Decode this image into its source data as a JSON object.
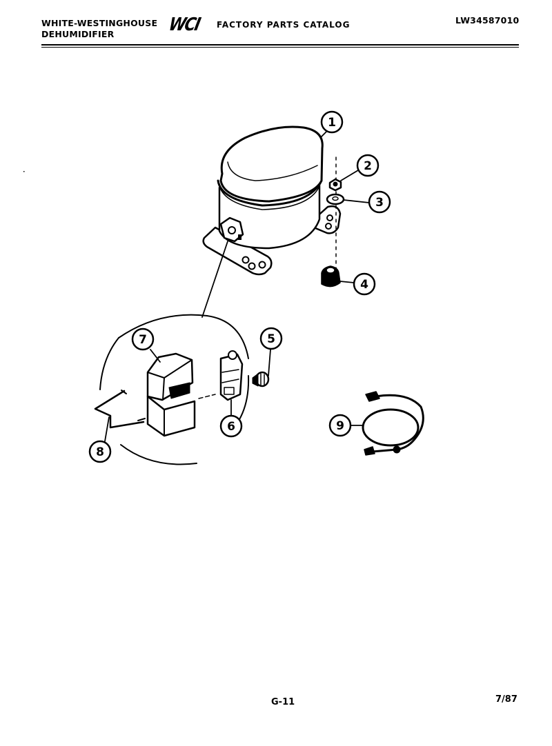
{
  "header": {
    "brand_line1": "WHITE-WESTINGHOUSE",
    "brand_line2": "DEHUMIDIFIER",
    "logo": "WCI",
    "catalog_title": "FACTORY PARTS CATALOG",
    "model_number": "LW34587010"
  },
  "diagram": {
    "title": "Compressor and electrical parts exploded view",
    "callouts": [
      {
        "number": "1",
        "part": "compressor"
      },
      {
        "number": "2",
        "part": "nut"
      },
      {
        "number": "3",
        "part": "washer"
      },
      {
        "number": "4",
        "part": "grommet"
      },
      {
        "number": "5",
        "part": "overload protector"
      },
      {
        "number": "6",
        "part": "relay"
      },
      {
        "number": "7",
        "part": "terminal cover"
      },
      {
        "number": "8",
        "part": "cover clip"
      },
      {
        "number": "9",
        "part": "power cord"
      }
    ]
  },
  "footer": {
    "page_number": "G-11",
    "date": "7/87"
  }
}
